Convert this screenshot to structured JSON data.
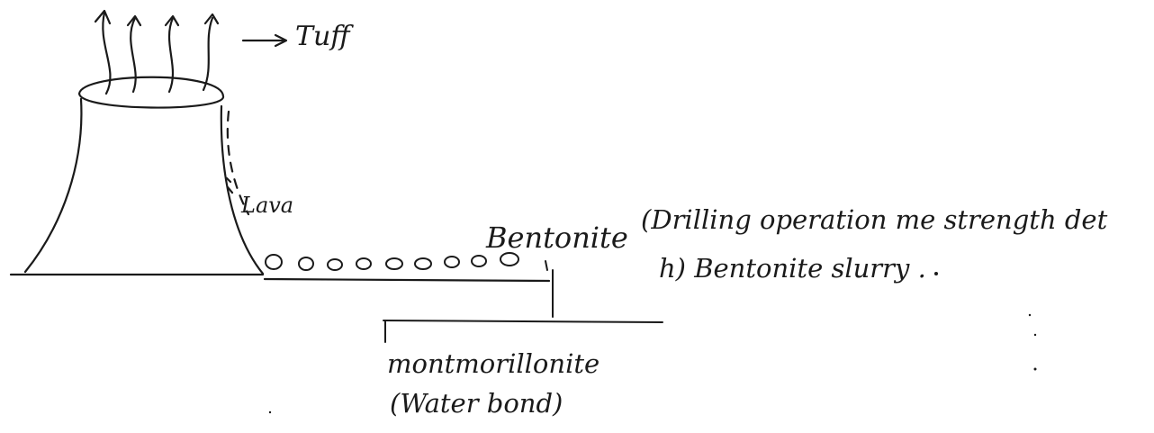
{
  "labels": {
    "tuff": "Tuff",
    "lava": "Lava",
    "bentonite": "Bentonite",
    "note_line1": "(Drilling operation me strength det",
    "note_line2": "h) Bentonite slurry .",
    "montmorillonite": "montmorillonite",
    "water_bond": "(Water bond)"
  },
  "colors": {
    "ink": "#1a1a1a",
    "background": "#ffffff"
  }
}
